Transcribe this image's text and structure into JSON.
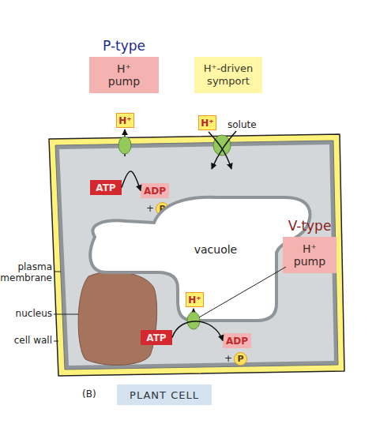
{
  "diagram": {
    "caption": "PLANT CELL",
    "nodes": [
      {
        "text": [
          "P-type",
          "H⁺ pump"
        ]
      },
      {
        "text": [
          "H⁺-driven symport"
        ]
      },
      {
        "text": [
          "H⁺"
        ]
      },
      {
        "text": [
          "H⁺"
        ]
      },
      {
        "text": [
          "ATP"
        ]
      },
      {
        "text": [
          "ADP"
        ]
      },
      {
        "text": [
          "P"
        ]
      },
      {
        "text": [
          "vacuole"
        ]
      },
      {
        "text": [
          "V-type",
          "H⁺ pump"
        ]
      },
      {
        "text": [
          "H⁺"
        ],
        "in": 7
      },
      {
        "text": [
          "ATP"
        ]
      },
      {
        "text": [
          "ADP"
        ]
      },
      {
        "text": [
          "P"
        ]
      }
    ],
    "edges": [
      {
        "from": 4,
        "to": 5,
        "arrow": "to"
      },
      {
        "from": 10,
        "to": 11,
        "arrow": "to"
      }
    ],
    "labels": [
      "solute",
      "+",
      "+",
      "plasma membrane",
      "nucleus",
      "cell wall",
      "(B)"
    ]
  }
}
